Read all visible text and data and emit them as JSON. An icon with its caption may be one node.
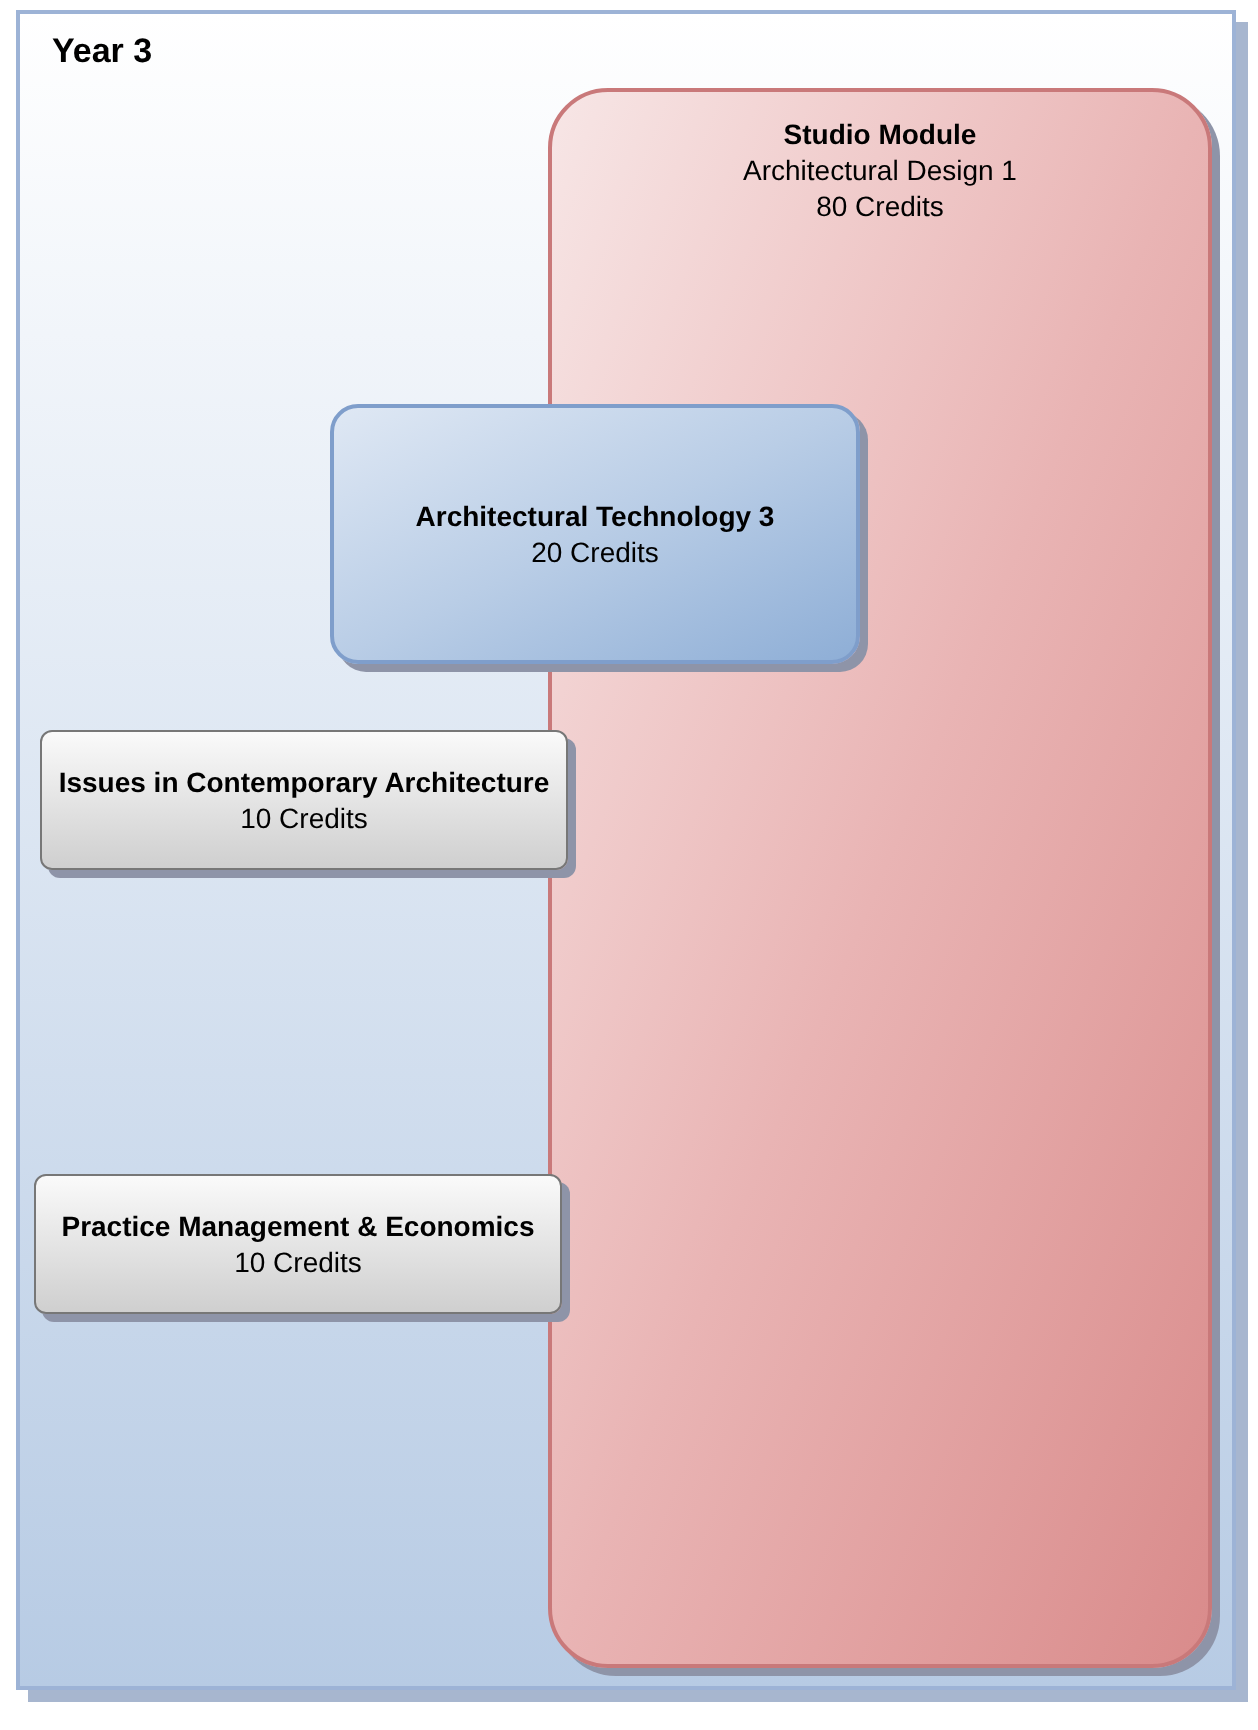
{
  "diagram": {
    "nodes": [
      {
        "text": [
          "Year 3"
        ]
      },
      {
        "text": [
          "Studio Module",
          "Architectural Design 1",
          "80 Credits"
        ],
        "in": 0
      },
      {
        "text": [
          "Architectural Technology 3",
          "20 Credits"
        ],
        "in": 0
      },
      {
        "text": [
          "Issues in Contemporary Architecture",
          "10 Credits"
        ],
        "in": 0
      },
      {
        "text": [
          "Practice Management & Economics",
          "10 Credits"
        ],
        "in": 0
      }
    ]
  }
}
